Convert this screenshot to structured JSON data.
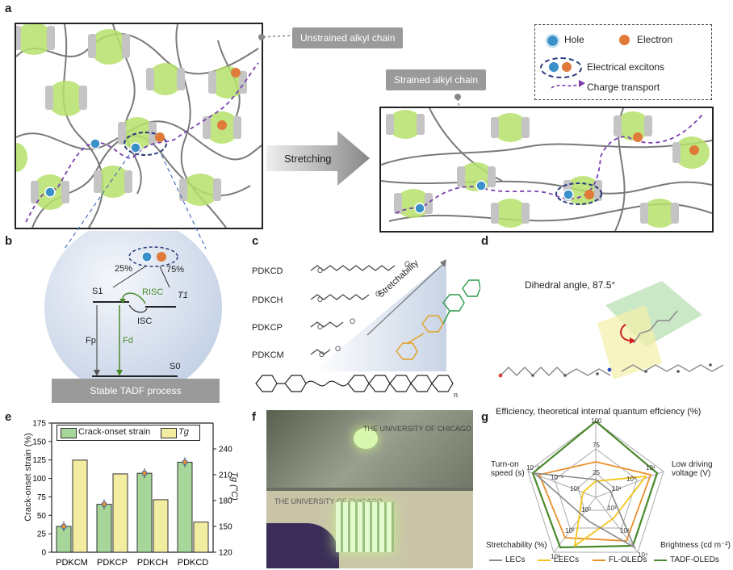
{
  "panels": {
    "a": "a",
    "b": "b",
    "c": "c",
    "d": "d",
    "e": "e",
    "f": "f",
    "g": "g"
  },
  "a": {
    "unstrained_label": "Unstrained alkyl chain",
    "strained_label": "Strained alkyl chain",
    "stretching_label": "Stretching",
    "legend": {
      "hole": "Hole",
      "electron": "Electron",
      "excitons": "Electrical excitons",
      "charge_transport": "Charge transport"
    }
  },
  "b": {
    "pct_left": "25%",
    "pct_right": "75%",
    "s1": "S1",
    "t1": "T1",
    "risc": "RISC",
    "isc": "ISC",
    "fp": "Fp",
    "fd": "Fd",
    "s0": "S0",
    "base_label": "Stable TADF process"
  },
  "c": {
    "molecules": [
      "PDKCD",
      "PDKCH",
      "PDKCP",
      "PDKCM"
    ],
    "arrow_label": "Stretchability",
    "n_label": "n"
  },
  "d": {
    "title": "Dihedral angle, 87.5°"
  },
  "e": {
    "ylabel_left": "Crack-onset strain (%)",
    "ylabel_right": "Tg (°C)",
    "legend_crack": "Crack-onset strain",
    "legend_tg": "Tg"
  },
  "f": {
    "text_top": "THE UNIVERSITY OF CHICAGO",
    "text_bottom": "THE UNIVERSITY OF CHICAGO"
  },
  "g": {
    "title": "Efficiency, theoretical internal quantum effciency (%)",
    "axes": [
      "Efficiency",
      "Low driving voltage (V)",
      "Brightness (cd m⁻²)",
      "Stretchability (%)",
      "Turn-on speed (s)"
    ],
    "axis_labels": {
      "top": "",
      "right": "Low driving\nvoltage (V)",
      "bottom_right": "Brightness (cd m⁻²)",
      "bottom_left": "Stretchability (%)",
      "left": "Turn-on\nspeed (s)"
    },
    "legend": [
      "LECs",
      "LEECs",
      "FL-OLEDs",
      "TADF-OLEDs"
    ],
    "colors": {
      "LECs": "#8a8a8a",
      "LEECs": "#f5c518",
      "FL-OLEDs": "#e8902a",
      "TADF-OLEDs": "#4a8a2a"
    }
  },
  "chart_data": {
    "type": "bar",
    "categories": [
      "PDKCM",
      "PDKCP",
      "PDKCH",
      "PDKCD"
    ],
    "series": [
      {
        "name": "Crack-onset strain",
        "axis": "left",
        "values": [
          35,
          65,
          107,
          122
        ],
        "color": "#a6d69a"
      },
      {
        "name": "Tg",
        "axis": "right",
        "values": [
          227,
          211,
          181,
          155
        ],
        "color": "#f2eda0"
      }
    ],
    "ylim_left": [
      0,
      175
    ],
    "yticks_left": [
      0,
      25,
      50,
      75,
      100,
      125,
      150,
      175
    ],
    "ylim_right": [
      120,
      270
    ],
    "yticks_right": [
      120,
      150,
      180,
      210,
      240
    ]
  }
}
